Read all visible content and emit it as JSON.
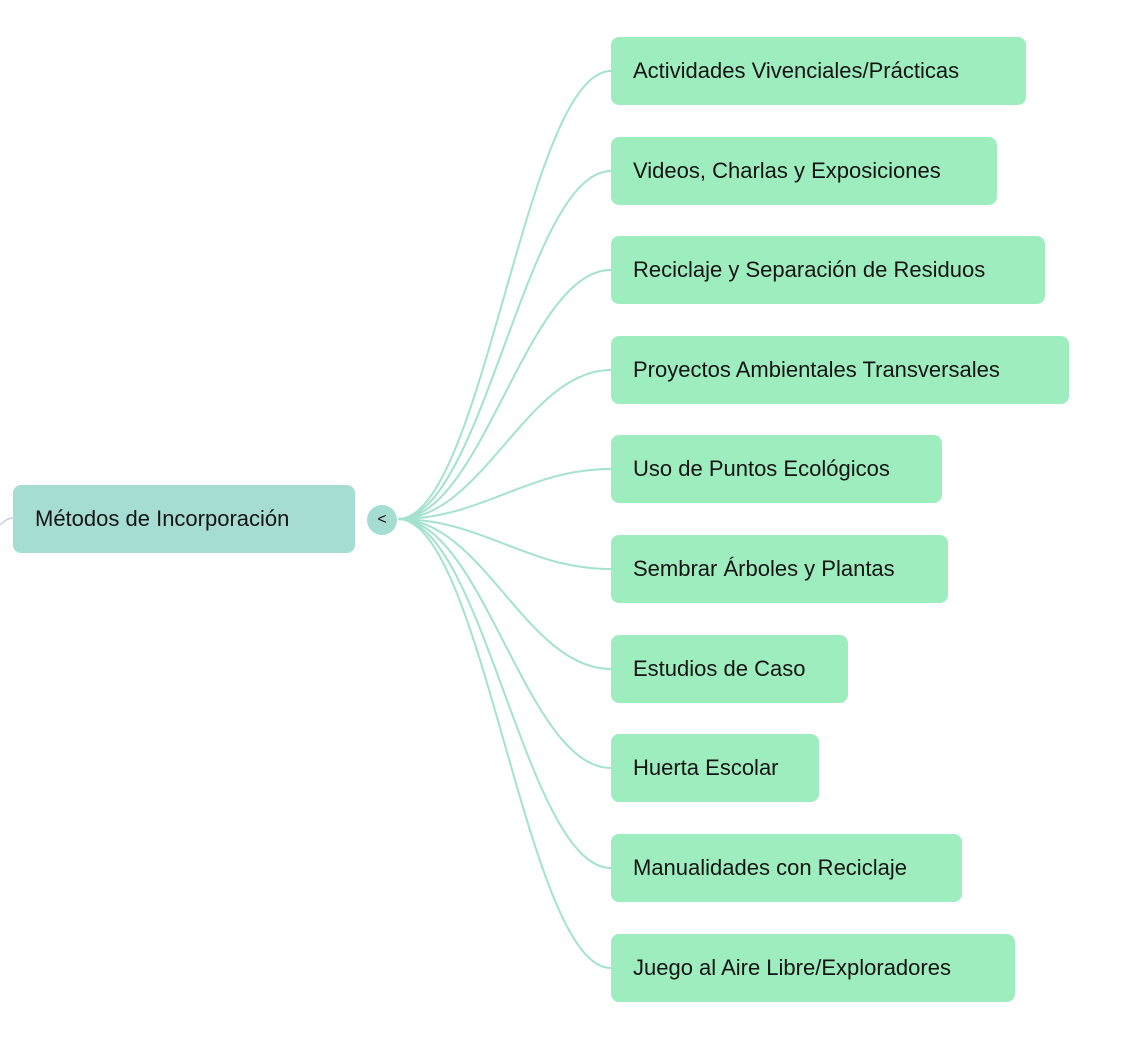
{
  "colors": {
    "root_fill": "#a5ddd3",
    "child_fill": "#9eedbf",
    "connector": "#a3e2cf",
    "toggle_fill": "#a5ddd3",
    "incoming_connector": "#c9cbe8",
    "text": "#141414"
  },
  "root": {
    "label": "Métodos de Incorporación",
    "toggle_icon": "collapse-chevron-left-icon",
    "toggle_glyph": "<"
  },
  "children": [
    {
      "label": "Actividades Vivenciales/Prácticas"
    },
    {
      "label": "Videos, Charlas y Exposiciones"
    },
    {
      "label": "Reciclaje y Separación de Residuos"
    },
    {
      "label": "Proyectos Ambientales Transversales"
    },
    {
      "label": "Uso de Puntos Ecológicos"
    },
    {
      "label": "Sembrar Árboles y Plantas"
    },
    {
      "label": "Estudios de Caso"
    },
    {
      "label": "Huerta Escolar"
    },
    {
      "label": "Manualidades con Reciclaje"
    },
    {
      "label": "Juego al Aire Libre/Exploradores"
    }
  ]
}
